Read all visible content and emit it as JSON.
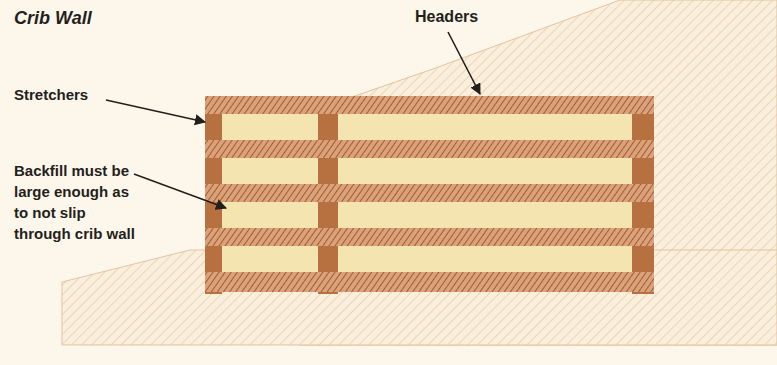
{
  "diagram": {
    "title": "Crib Wall",
    "labels": [
      "Headers",
      "Stretchers",
      "Backfill must be large enough as to not slip through crib wall"
    ]
  }
}
